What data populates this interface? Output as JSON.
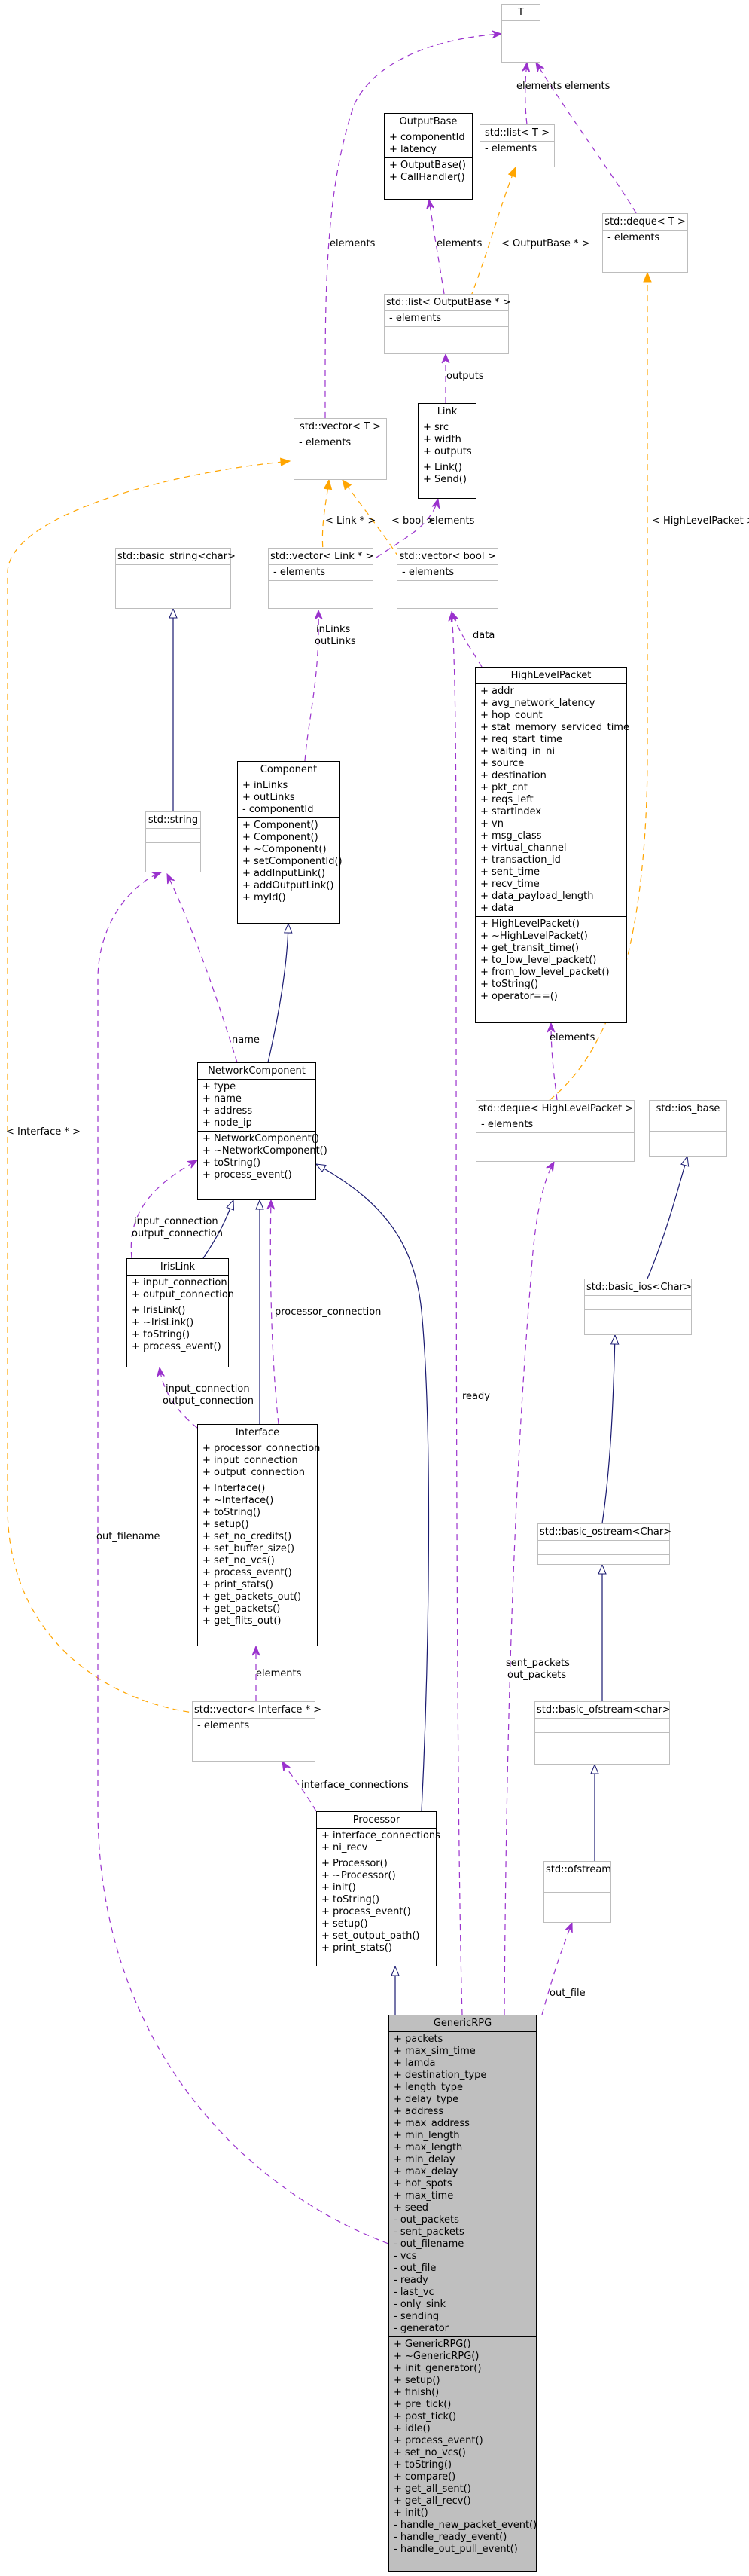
{
  "classes": {
    "T": {
      "name": "T",
      "attributes": [],
      "methods": []
    },
    "OutputBase": {
      "name": "OutputBase",
      "attributes": [
        "+ componentId",
        "+ latency"
      ],
      "methods": [
        "+ OutputBase()",
        "+ CallHandler()"
      ]
    },
    "list_T": {
      "name": "std::list< T >",
      "attributes": [
        "- elements"
      ],
      "methods": []
    },
    "deque_T": {
      "name": "std::deque< T >",
      "attributes": [
        "- elements"
      ],
      "methods": []
    },
    "list_OutputBase": {
      "name": "std::list< OutputBase * >",
      "attributes": [
        "- elements"
      ],
      "methods": []
    },
    "Link": {
      "name": "Link",
      "attributes": [
        "+ src",
        "+ width",
        "+ outputs"
      ],
      "methods": [
        "+ Link()",
        "+ Send()"
      ]
    },
    "vector_T": {
      "name": "std::vector< T >",
      "attributes": [
        "- elements"
      ],
      "methods": []
    },
    "basic_string": {
      "name": "std::basic_string<char>",
      "attributes": [],
      "methods": []
    },
    "vector_Link": {
      "name": "std::vector< Link * >",
      "attributes": [
        "- elements"
      ],
      "methods": []
    },
    "vector_bool": {
      "name": "std::vector< bool >",
      "attributes": [
        "- elements"
      ],
      "methods": []
    },
    "HighLevelPacket": {
      "name": "HighLevelPacket",
      "attributes": [
        "+ addr",
        "+ avg_network_latency",
        "+ hop_count",
        "+ stat_memory_serviced_time",
        "+ req_start_time",
        "+ waiting_in_ni",
        "+ source",
        "+ destination",
        "+ pkt_cnt",
        "+ reqs_left",
        "+ startIndex",
        "+ vn",
        "+ msg_class",
        "+ virtual_channel",
        "+ transaction_id",
        "+ sent_time",
        "+ recv_time",
        "+ data_payload_length",
        "+ data"
      ],
      "methods": [
        "+ HighLevelPacket()",
        "+ ~HighLevelPacket()",
        "+ get_transit_time()",
        "+ to_low_level_packet()",
        "+ from_low_level_packet()",
        "+ toString()",
        "+ operator==()"
      ]
    },
    "Component": {
      "name": "Component",
      "attributes": [
        "+ inLinks",
        "+ outLinks",
        "- componentId"
      ],
      "methods": [
        "+ Component()",
        "+ Component()",
        "+ ~Component()",
        "+ setComponentId()",
        "+ addInputLink()",
        "+ addOutputLink()",
        "+ myId()"
      ]
    },
    "string": {
      "name": "std::string",
      "attributes": [],
      "methods": []
    },
    "NetworkComponent": {
      "name": "NetworkComponent",
      "attributes": [
        "+ type",
        "+ name",
        "+ address",
        "+ node_ip"
      ],
      "methods": [
        "+ NetworkComponent()",
        "+ ~NetworkComponent()",
        "+ toString()",
        "+ process_event()"
      ]
    },
    "deque_HLP": {
      "name": "std::deque< HighLevelPacket >",
      "attributes": [
        "- elements"
      ],
      "methods": []
    },
    "ios_base": {
      "name": "std::ios_base",
      "attributes": [],
      "methods": []
    },
    "IrisLink": {
      "name": "IrisLink",
      "attributes": [
        "+ input_connection",
        "+ output_connection"
      ],
      "methods": [
        "+ IrisLink()",
        "+ ~IrisLink()",
        "+ toString()",
        "+ process_event()"
      ]
    },
    "basic_ios": {
      "name": "std::basic_ios<Char>",
      "attributes": [],
      "methods": []
    },
    "Interface": {
      "name": "Interface",
      "attributes": [
        "+ processor_connection",
        "+ input_connection",
        "+ output_connection"
      ],
      "methods": [
        "+ Interface()",
        "+ ~Interface()",
        "+ toString()",
        "+ setup()",
        "+ set_no_credits()",
        "+ set_buffer_size()",
        "+ set_no_vcs()",
        "+ process_event()",
        "+ print_stats()",
        "+ get_packets_out()",
        "+ get_packets()",
        "+ get_flits_out()"
      ]
    },
    "basic_ostream": {
      "name": "std::basic_ostream<Char>",
      "attributes": [],
      "methods": []
    },
    "vector_Interface": {
      "name": "std::vector< Interface * >",
      "attributes": [
        "- elements"
      ],
      "methods": []
    },
    "basic_ofstream": {
      "name": "std::basic_ofstream<char>",
      "attributes": [],
      "methods": []
    },
    "Processor": {
      "name": "Processor",
      "attributes": [
        "+ interface_connections",
        "+ ni_recv"
      ],
      "methods": [
        "+ Processor()",
        "+ ~Processor()",
        "+ init()",
        "+ toString()",
        "+ process_event()",
        "+ setup()",
        "+ set_output_path()",
        "+ print_stats()"
      ]
    },
    "ofstream": {
      "name": "std::ofstream",
      "attributes": [],
      "methods": []
    },
    "GenericRPG": {
      "name": "GenericRPG",
      "attributes": [
        "+ packets",
        "+ max_sim_time",
        "+ lamda",
        "+ destination_type",
        "+ length_type",
        "+ delay_type",
        "+ address",
        "+ max_address",
        "+ min_length",
        "+ max_length",
        "+ min_delay",
        "+ max_delay",
        "+ hot_spots",
        "+ max_time",
        "+ seed",
        "- out_packets",
        "- sent_packets",
        "- out_filename",
        "- vcs",
        "- out_file",
        "- ready",
        "- last_vc",
        "- only_sink",
        "- sending",
        "- generator"
      ],
      "methods": [
        "+ GenericRPG()",
        "+ ~GenericRPG()",
        "+ init_generator()",
        "+ setup()",
        "+ finish()",
        "+ pre_tick()",
        "+ post_tick()",
        "+ idle()",
        "+ process_event()",
        "+ set_no_vcs()",
        "+ toString()",
        "+ compare()",
        "+ get_all_sent()",
        "+ get_all_recv()",
        "+ init()",
        "- handle_new_packet_event()",
        "- handle_ready_event()",
        "- handle_out_pull_event()"
      ]
    }
  },
  "edge_labels": {
    "list_T_elements": "elements",
    "deque_T_elements": "elements",
    "vector_T_elements": "elements",
    "list_OB_elements": "elements",
    "list_OB_tmpl": "< OutputBase * >",
    "link_outputs": "outputs",
    "vector_link_tmpl": "< Link * >",
    "bool_tmpl": "< bool >",
    "link_elements": "elements",
    "hlp_tmpl": "< HighLevelPacket >",
    "interface_tmpl": "< Interface * >",
    "inlinks": "inLinks",
    "outlinks": "outLinks",
    "hlp_data": "data",
    "name": "name",
    "deque_elements": "elements",
    "iris_input": "input_connection",
    "iris_output": "output_connection",
    "processor_connection": "processor_connection",
    "iface_input": "input_connection",
    "iface_output": "output_connection",
    "ready": "ready",
    "out_filename": "out_filename",
    "vec_iface_elements": "elements",
    "interface_connections": "interface_connections",
    "sent_packets": "sent_packets",
    "out_packets": "out_packets",
    "out_file": "out_file"
  }
}
